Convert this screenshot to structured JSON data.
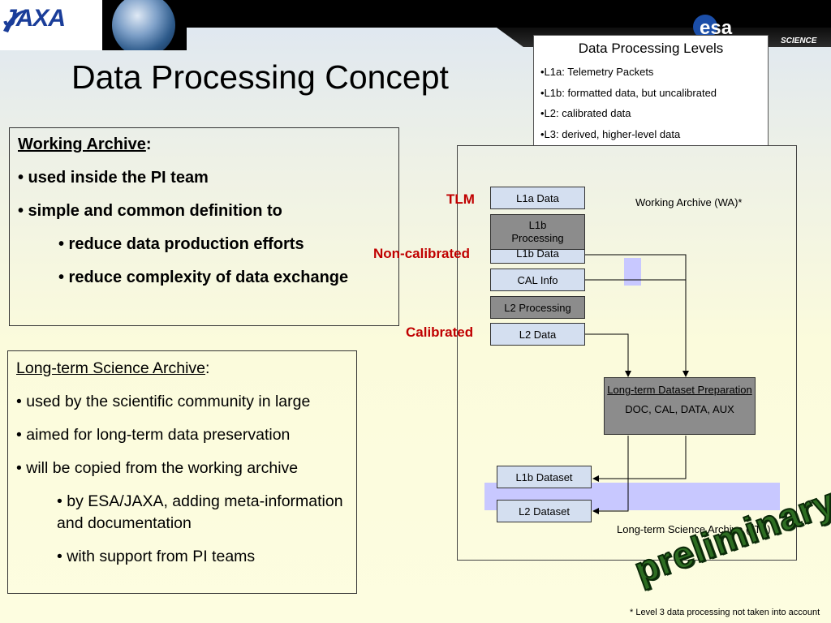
{
  "header": {
    "jaxa_logo_text": "JAXA",
    "esa_logo_text": "esa",
    "esa_science_text": "SCIENCE"
  },
  "title": "Data Processing Concept",
  "levels": {
    "title": "Data Processing Levels",
    "items": [
      "•L1a: Telemetry Packets",
      "•L1b: formatted data, but uncalibrated",
      "•L2: calibrated data",
      "•L3: derived, higher-level data"
    ]
  },
  "working_archive": {
    "heading": "Working Archive",
    "heading_suffix": ":",
    "bullets": [
      "• used inside the PI team",
      "• simple and common definition to",
      "• reduce data production efforts",
      "• reduce complexity of data exchange"
    ]
  },
  "lta": {
    "heading": "Long-term Science Archive",
    "heading_suffix": ":",
    "bullets": [
      "• used by the scientific community in large",
      "• aimed for long-term data preservation",
      "• will be copied from the working archive",
      "• by ESA/JAXA, adding meta-information and documentation",
      "• with support from PI teams"
    ]
  },
  "diagram": {
    "side_labels": {
      "tlm": "TLM",
      "non_calibrated": "Non-calibrated",
      "calibrated": "Calibrated"
    },
    "boxes": {
      "l1a_data": "L1a Data",
      "l1b_processing": "L1b Processing",
      "l1b_data": "L1b Data",
      "cal_info": "CAL Info",
      "l2_processing": "L2 Processing",
      "l2_data": "L2 Data",
      "l1b_dataset": "L1b Dataset",
      "l2_dataset": "L2 Dataset"
    },
    "prep": {
      "title": "Long-term Dataset Preparation",
      "sub": "DOC, CAL, DATA, AUX"
    },
    "wa_label": "Working Archive (WA)*",
    "lta_label": "Long-term Science Archive (LTA)"
  },
  "stamp": "preliminary",
  "footnote": "* Level 3 data processing not taken into account",
  "colors": {
    "accent_red": "#c00000",
    "box_blue": "#d4dff0",
    "box_gray": "#8c8c8c",
    "band": "#c8c8ff"
  }
}
